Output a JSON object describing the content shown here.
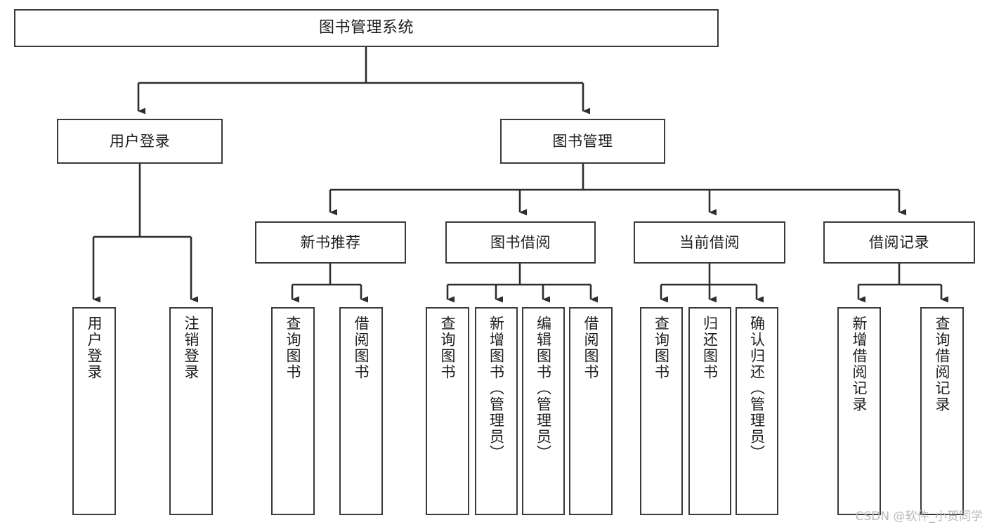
{
  "diagram": {
    "type": "tree-hierarchy",
    "title": "图书管理系统",
    "orientation": "top-down",
    "colors": {
      "box_border": "#3a3a3a",
      "box_fill": "#ffffff",
      "connector": "#2e2e2e",
      "text": "#1c1c1c",
      "watermark": "#b9b9b9",
      "background": "#ffffff"
    },
    "levels": [
      {
        "level": 1,
        "nodes": [
          {
            "id": "root",
            "label": "图书管理系统"
          }
        ]
      },
      {
        "level": 2,
        "nodes": [
          {
            "id": "login",
            "label": "用户登录",
            "parent": "root"
          },
          {
            "id": "bookmgmt",
            "label": "图书管理",
            "parent": "root"
          }
        ]
      },
      {
        "level": 3,
        "nodes": [
          {
            "id": "newbook",
            "label": "新书推荐",
            "parent": "bookmgmt"
          },
          {
            "id": "borrow",
            "label": "图书借阅",
            "parent": "bookmgmt"
          },
          {
            "id": "current",
            "label": "当前借阅",
            "parent": "bookmgmt"
          },
          {
            "id": "records",
            "label": "借阅记录",
            "parent": "bookmgmt"
          }
        ]
      },
      {
        "level": 4,
        "nodes": [
          {
            "id": "leaf-user-login",
            "label": "用户登录",
            "parent": "login"
          },
          {
            "id": "leaf-user-logout",
            "label": "注销登录",
            "parent": "login"
          },
          {
            "id": "leaf-nb-query",
            "label": "查询图书",
            "parent": "newbook"
          },
          {
            "id": "leaf-nb-borrow",
            "label": "借阅图书",
            "parent": "newbook"
          },
          {
            "id": "leaf-bw-query",
            "label": "查询图书",
            "parent": "borrow"
          },
          {
            "id": "leaf-bw-add",
            "label": "新增图书（管理员）",
            "parent": "borrow"
          },
          {
            "id": "leaf-bw-edit",
            "label": "编辑图书（管理员）",
            "parent": "borrow"
          },
          {
            "id": "leaf-bw-borrow",
            "label": "借阅图书",
            "parent": "borrow"
          },
          {
            "id": "leaf-cur-query",
            "label": "查询图书",
            "parent": "current"
          },
          {
            "id": "leaf-cur-return",
            "label": "归还图书",
            "parent": "current"
          },
          {
            "id": "leaf-cur-confirm",
            "label": "确认归还（管理员）",
            "parent": "current"
          },
          {
            "id": "leaf-rec-add",
            "label": "新增借阅记录",
            "parent": "records"
          },
          {
            "id": "leaf-rec-query",
            "label": "查询借阅记录",
            "parent": "records"
          }
        ]
      }
    ]
  },
  "watermark": {
    "text": "CSDN @软件_小贺同学"
  }
}
